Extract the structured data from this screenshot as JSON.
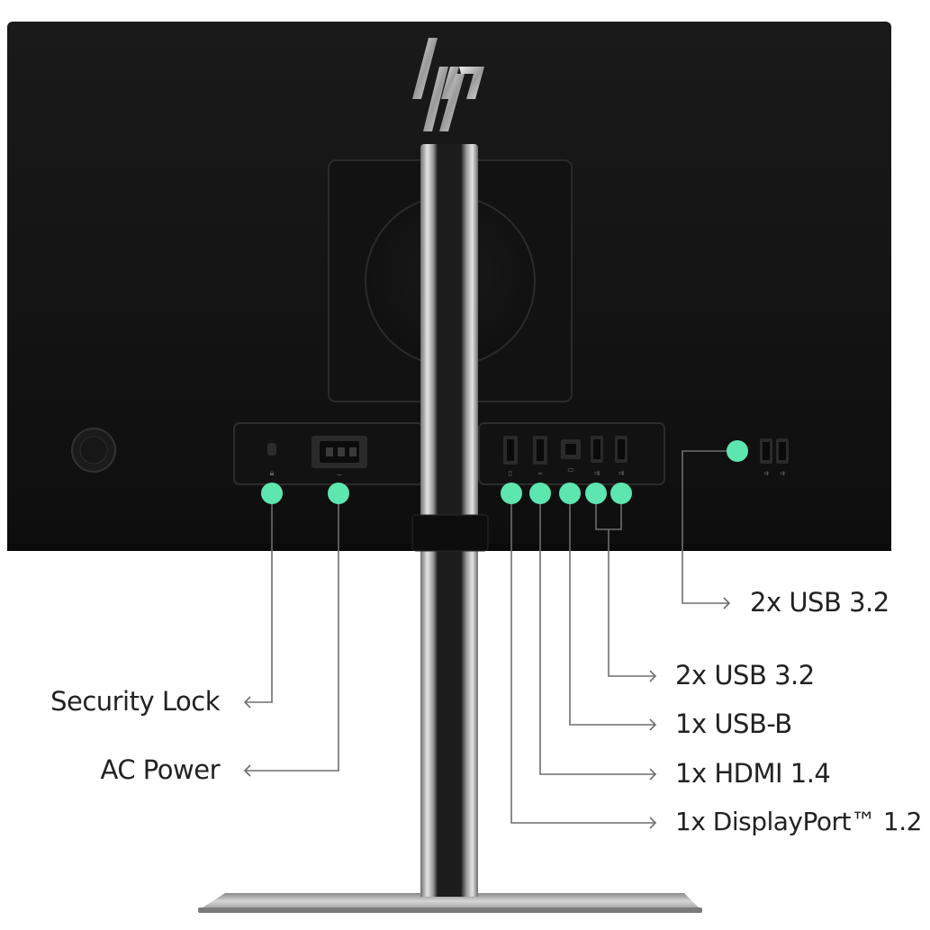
{
  "brand": {
    "logo_text": "hp",
    "logo_icon": "hp-logo-icon"
  },
  "colors": {
    "background": "#ffffff",
    "panel": "#141414",
    "callout_dot": "#5de6b0",
    "callout_line": "#6e6e6e",
    "label_text": "#222222",
    "stand_silver": "#b8b8b8"
  },
  "callouts": {
    "security_lock": "Security Lock",
    "ac_power": "AC Power",
    "usb_side": "2x USB 3.2",
    "usb_rear": "2x USB 3.2",
    "usb_b": "1x USB-B",
    "hdmi": "1x HDMI 1.4",
    "displayport": "1x DisplayPort™ 1.2"
  }
}
